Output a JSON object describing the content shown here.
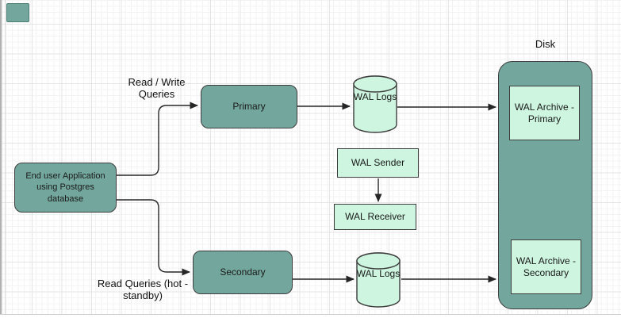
{
  "colors": {
    "teal_fill": "#73A79D",
    "light_green_fill": "#CDF5DF",
    "shape_border": "#3D3D3D",
    "edge_line": "#262626",
    "grid_minor": "#F3F3F3",
    "grid_major": "#E5E5E5",
    "canvas_bg": "#FFFFFF"
  },
  "nodes": {
    "app": {
      "label": "End user Application using Postgres database"
    },
    "primary": {
      "label": "Primary"
    },
    "secondary": {
      "label": "Secondary"
    },
    "wal_logs_primary": {
      "label": "WAL Logs"
    },
    "wal_logs_secondary": {
      "label": "WAL Logs"
    },
    "wal_sender": {
      "label": "WAL Sender"
    },
    "wal_receiver": {
      "label": "WAL Receiver"
    },
    "disk": {
      "label": "Disk"
    },
    "wal_archive_primary": {
      "label": "WAL Archive - Primary"
    },
    "wal_archive_secondary": {
      "label": "WAL Archive - Secondary"
    }
  },
  "edge_labels": {
    "read_write": "Read / Write Queries",
    "read_queries_hot_standby": "Read Queries (hot - standby)"
  }
}
